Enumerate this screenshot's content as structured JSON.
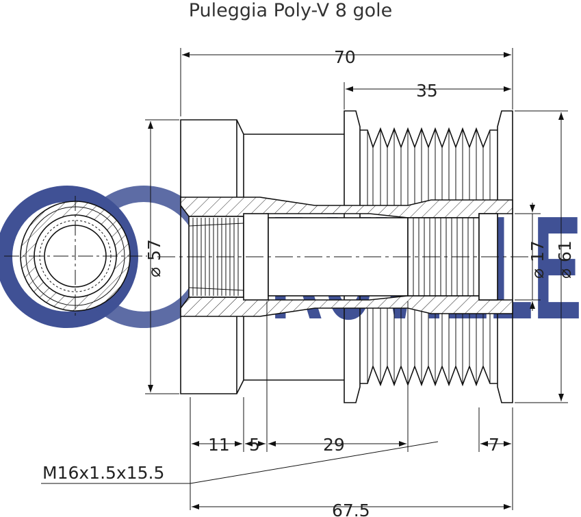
{
  "title": "Puleggia Poly-V 8 gole",
  "watermark": {
    "text": "RUVILLE",
    "color": "#2c3f8a"
  },
  "dimensions": {
    "overall_length": "70",
    "pulley_width": "35",
    "diameter_hub": "57",
    "diameter_bore": "17",
    "diameter_pulley": "61",
    "seg_11": "11",
    "seg_5": "5",
    "seg_29": "29",
    "seg_7": "7",
    "bottom_length": "67.5",
    "thread_callout": "M16x1.5x15.5",
    "diameter_symbol": "⌀"
  },
  "colors": {
    "line": "#111111",
    "watermark": "#2c3f8a",
    "hatch_fill": "#e6e6e6"
  }
}
